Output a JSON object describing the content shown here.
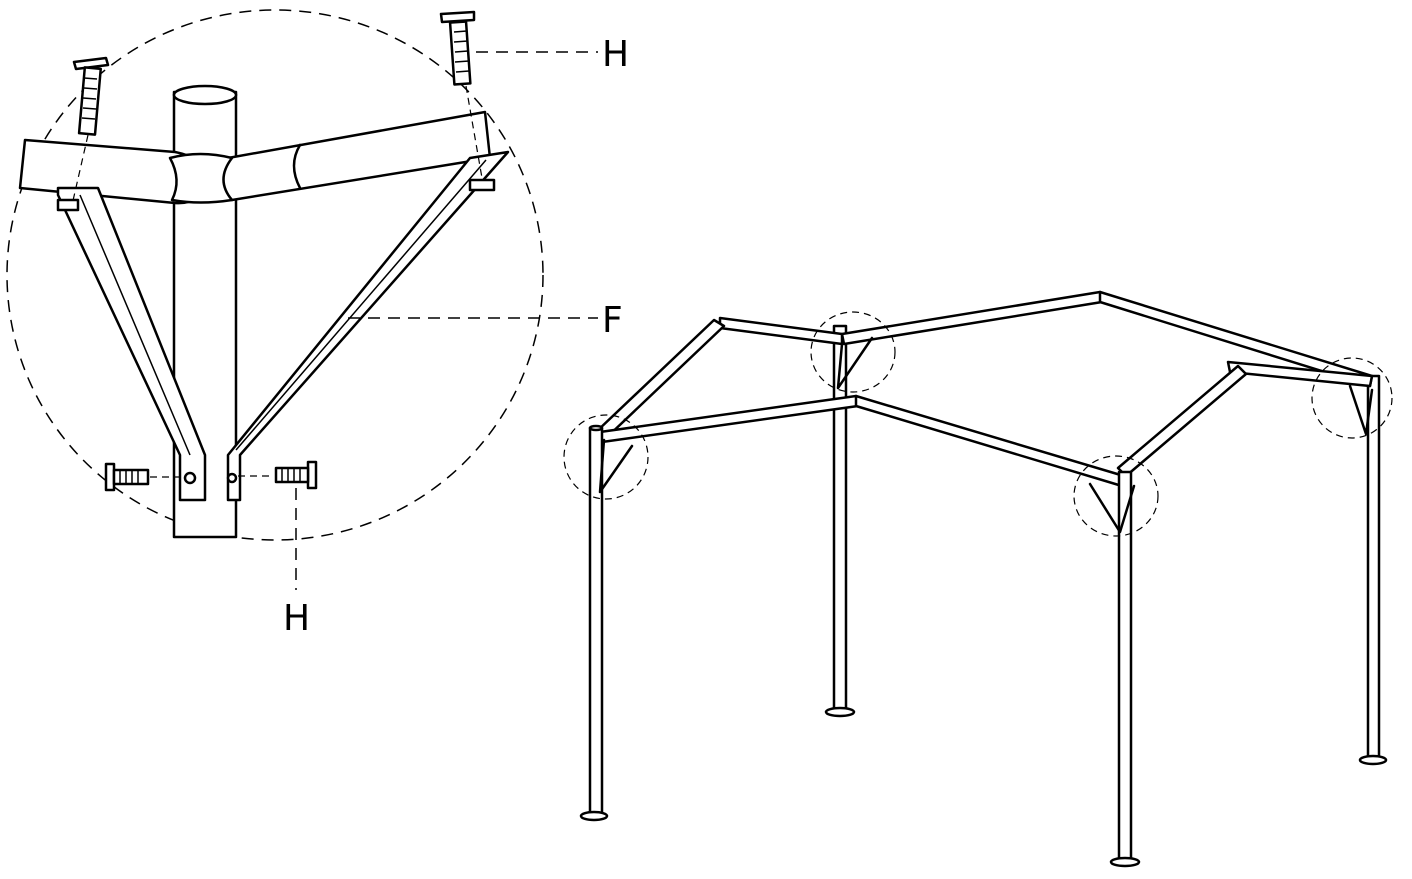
{
  "labels": {
    "top_screw": "H",
    "brace": "F",
    "bottom_screw": "H"
  }
}
